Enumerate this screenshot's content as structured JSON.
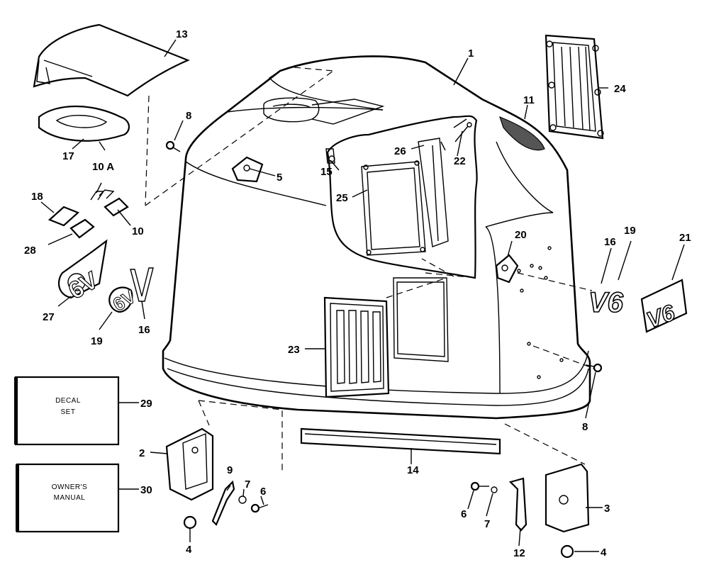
{
  "callouts": [
    "1",
    "2",
    "3",
    "4",
    "4",
    "5",
    "6",
    "6",
    "7",
    "7",
    "8",
    "8",
    "9",
    "10",
    "10 A",
    "11",
    "12",
    "13",
    "14",
    "15",
    "16",
    "16",
    "17",
    "18",
    "19",
    "19",
    "20",
    "21",
    "22",
    "23",
    "24",
    "25",
    "26",
    "27",
    "28",
    "29",
    "30"
  ],
  "boxes": {
    "decal_line1": "DECAL",
    "decal_line2": "SET",
    "manual_line1": "OWNER'S",
    "manual_line2": "MANUAL"
  },
  "emblems": {
    "front": "V6",
    "rear": "V6",
    "left": "6V",
    "left_small": "6V"
  },
  "icons": [
    "motor-cover-icon",
    "rear-grille-icon",
    "front-grille-icon",
    "bracket-icon"
  ]
}
